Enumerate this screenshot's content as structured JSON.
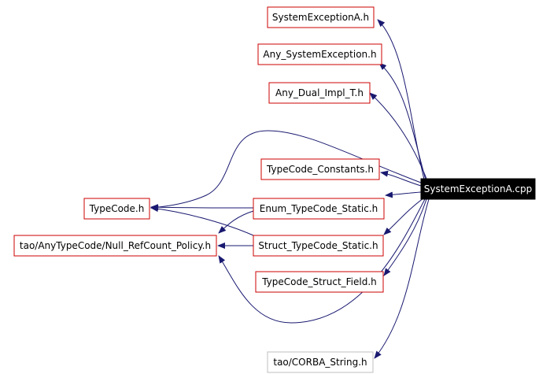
{
  "diagram": {
    "type": "include-dependency-graph",
    "colors": {
      "edge": "#191970",
      "node_border": "#cc0000",
      "node_border_plain": "#bfbfbf",
      "root_fill": "#000000",
      "root_text": "#ffffff",
      "text": "#000000"
    },
    "root": {
      "id": "root",
      "label": "SystemExceptionA.cpp"
    },
    "nodes": [
      {
        "id": "sysexc_h",
        "label": "SystemExceptionA.h"
      },
      {
        "id": "any_sysexc",
        "label": "Any_SystemException.h"
      },
      {
        "id": "any_dual",
        "label": "Any_Dual_Impl_T.h"
      },
      {
        "id": "tc_const",
        "label": "TypeCode_Constants.h"
      },
      {
        "id": "typecode",
        "label": "TypeCode.h"
      },
      {
        "id": "enum_tc",
        "label": "Enum_TypeCode_Static.h"
      },
      {
        "id": "nullref",
        "label": "tao/AnyTypeCode/Null_RefCount_Policy.h"
      },
      {
        "id": "struct_tc",
        "label": "Struct_TypeCode_Static.h"
      },
      {
        "id": "tc_field",
        "label": "TypeCode_Struct_Field.h"
      },
      {
        "id": "corba_str",
        "label": "tao/CORBA_String.h"
      }
    ],
    "edges": [
      {
        "from": "root",
        "to": "sysexc_h"
      },
      {
        "from": "root",
        "to": "any_sysexc"
      },
      {
        "from": "root",
        "to": "any_dual"
      },
      {
        "from": "root",
        "to": "tc_const"
      },
      {
        "from": "root",
        "to": "typecode"
      },
      {
        "from": "root",
        "to": "enum_tc"
      },
      {
        "from": "root",
        "to": "nullref"
      },
      {
        "from": "root",
        "to": "struct_tc"
      },
      {
        "from": "root",
        "to": "tc_field"
      },
      {
        "from": "root",
        "to": "corba_str"
      },
      {
        "from": "enum_tc",
        "to": "typecode"
      },
      {
        "from": "enum_tc",
        "to": "nullref"
      },
      {
        "from": "struct_tc",
        "to": "typecode"
      },
      {
        "from": "struct_tc",
        "to": "nullref"
      }
    ]
  }
}
